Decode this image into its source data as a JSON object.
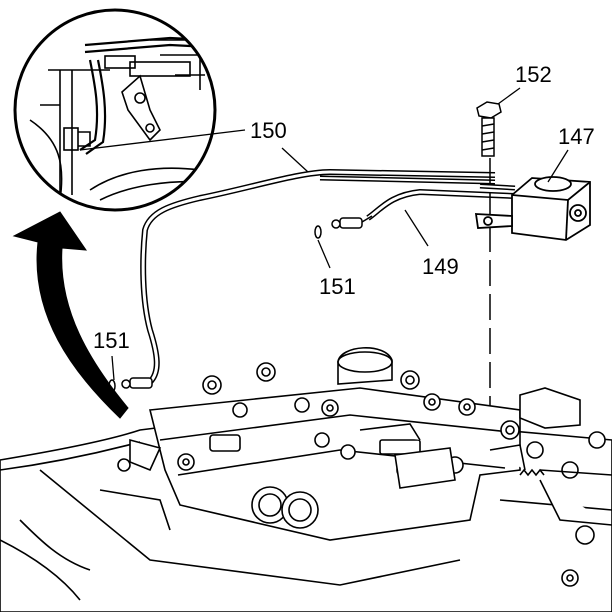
{
  "callouts": {
    "c152": "152",
    "c147": "147",
    "c150": "150",
    "c149": "149",
    "c151_right": "151",
    "c151_left": "151"
  },
  "colors": {
    "line": "#000000",
    "background": "#ffffff"
  }
}
